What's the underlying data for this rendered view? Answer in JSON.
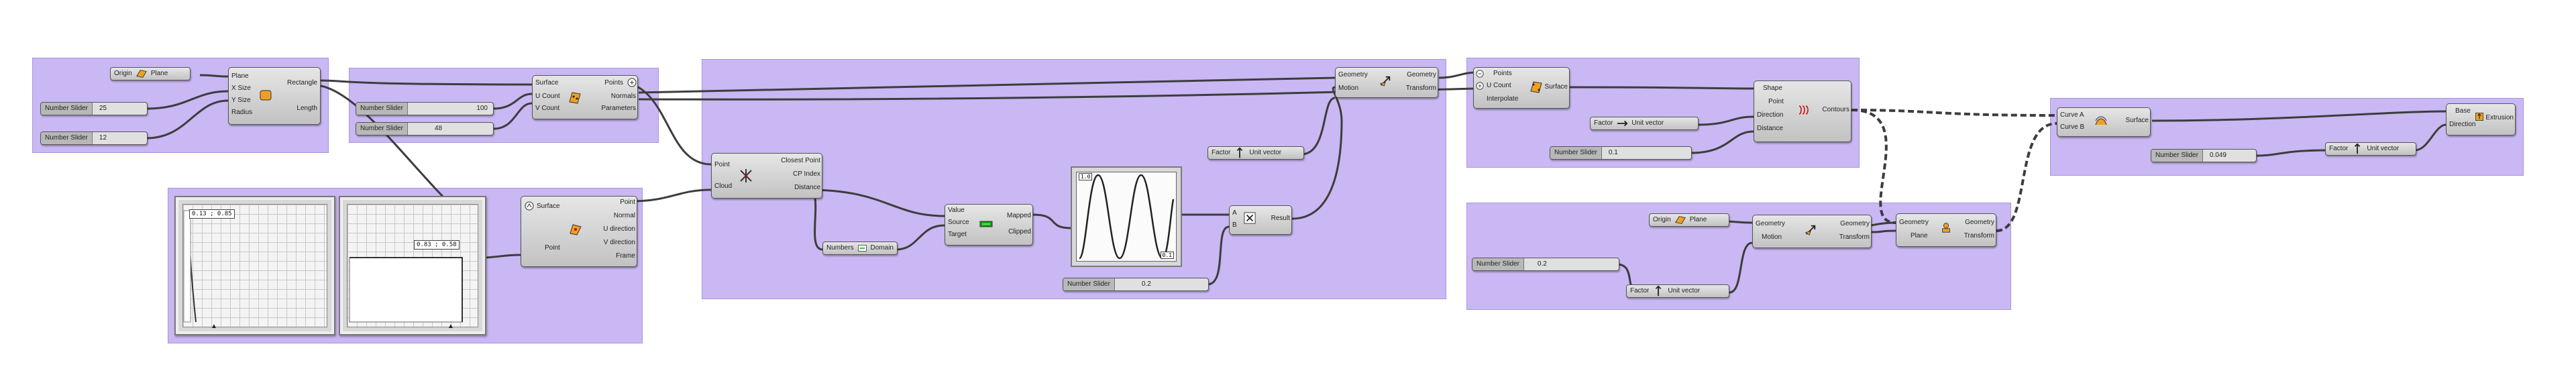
{
  "colors": {
    "group": "#c9b8f3",
    "wire": "#3d3d3d",
    "component": "#d6d6d6"
  },
  "rectangle": {
    "inputs": [
      "Plane",
      "X Size",
      "Y Size",
      "Radius"
    ],
    "outputs": [
      "Rectangle",
      "Length"
    ]
  },
  "plane_pill": {
    "input": "Origin",
    "output": "Plane"
  },
  "sliders": {
    "s1": {
      "label": "Number Slider",
      "value": "25"
    },
    "s2": {
      "label": "Number Slider",
      "value": "12"
    },
    "s3": {
      "label": "Number Slider",
      "value": "100"
    },
    "s4": {
      "label": "Number Slider",
      "value": "48"
    },
    "s5": {
      "label": "Number Slider",
      "value": "0.2"
    },
    "s6": {
      "label": "Number Slider",
      "value": "0.1"
    },
    "s7": {
      "label": "Number Slider",
      "value": "0.2"
    },
    "s8": {
      "label": "Number Slider",
      "value": "0.049"
    }
  },
  "divide_surface": {
    "inputs": [
      "Surface",
      "U Count",
      "V Count"
    ],
    "outputs": [
      "Points",
      "Normals",
      "Parameters"
    ]
  },
  "graph_mapper_a": {
    "readout": "0.13 ; 0.85"
  },
  "graph_mapper_b": {
    "readout": "0.83 ; 0.58"
  },
  "evaluate_surface": {
    "inputs": [
      "Surface",
      "Point"
    ],
    "outputs": [
      "Point",
      "Normal",
      "U direction",
      "V direction",
      "Frame"
    ]
  },
  "closest_point": {
    "inputs": [
      "Point",
      "Cloud"
    ],
    "outputs": [
      "Closest Point",
      "CP Index",
      "Distance"
    ]
  },
  "bounds": {
    "input": "Numbers",
    "output": "Domain"
  },
  "remap": {
    "inputs": [
      "Value",
      "Source",
      "Target"
    ],
    "outputs": [
      "Mapped",
      "Clipped"
    ]
  },
  "sine_graph": {
    "top_readout": "1.0",
    "bottom_readout": "0.1"
  },
  "multiply": {
    "inputs": [
      "A",
      "B"
    ],
    "output": "Result"
  },
  "unit_z_a": {
    "input": "Factor",
    "output": "Unit vector"
  },
  "move_a": {
    "inputs": [
      "Geometry",
      "Motion"
    ],
    "outputs": [
      "Geometry",
      "Transform"
    ]
  },
  "surface_from_points": {
    "inputs": [
      "Points",
      "U Count",
      "Interpolate"
    ],
    "output": "Surface"
  },
  "contour": {
    "inputs": [
      "Shape",
      "Point",
      "Direction",
      "Distance"
    ],
    "output": "Contours"
  },
  "unit_x": {
    "input": "Factor",
    "output": "Unit vector"
  },
  "plane_pill_b": {
    "input": "Origin",
    "output": "Plane"
  },
  "move_b": {
    "inputs": [
      "Geometry",
      "Motion"
    ],
    "outputs": [
      "Geometry",
      "Transform"
    ]
  },
  "unit_z_b": {
    "input": "Factor",
    "output": "Unit vector"
  },
  "mirror": {
    "inputs": [
      "Geometry",
      "Plane"
    ],
    "outputs": [
      "Geometry",
      "Transform"
    ]
  },
  "loft": {
    "inputs": [
      "Curve A",
      "Curve B"
    ],
    "output": "Surface"
  },
  "unit_z_c": {
    "input": "Factor",
    "output": "Unit vector"
  },
  "extrude": {
    "inputs": [
      "Base",
      "Direction"
    ],
    "output": "Extrusion"
  }
}
